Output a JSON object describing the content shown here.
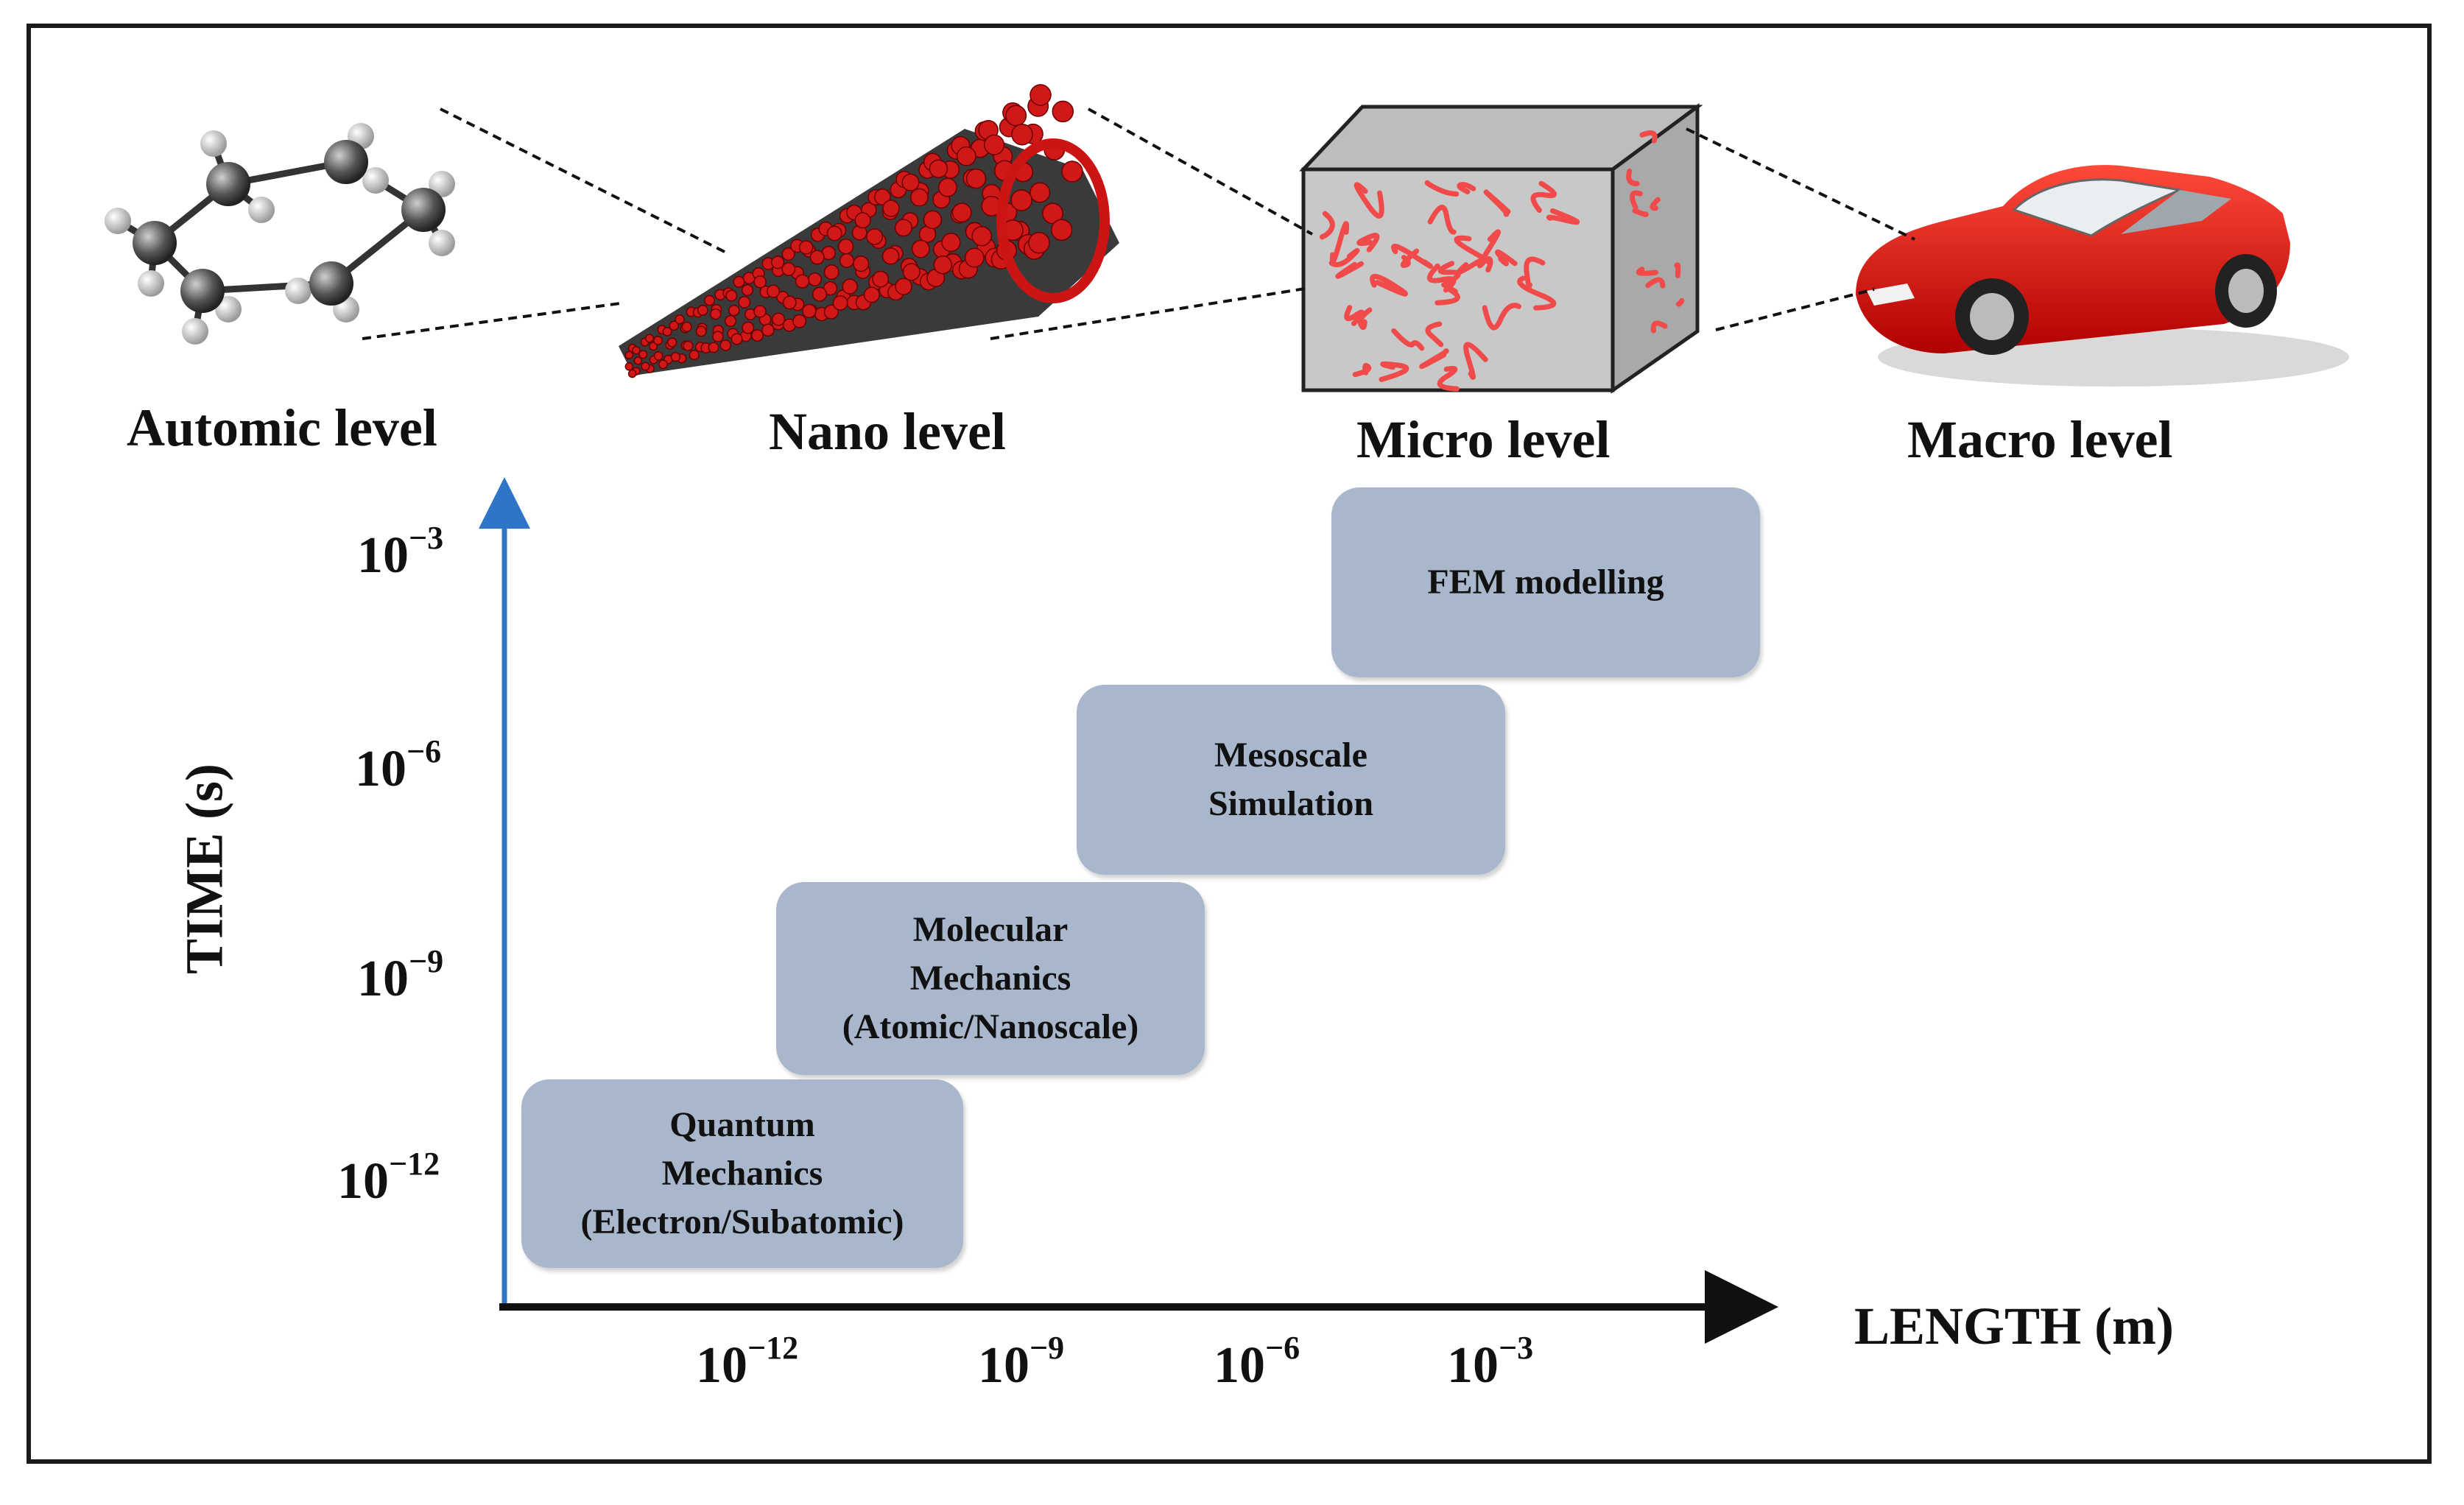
{
  "levels": [
    {
      "label": "Automic level"
    },
    {
      "label": "Nano level"
    },
    {
      "label": "Micro level"
    },
    {
      "label": "Macro level"
    }
  ],
  "boxes": {
    "fem": {
      "line1": "FEM modelling"
    },
    "meso": {
      "line1": "Mesoscale",
      "line2": "Simulation"
    },
    "molecular": {
      "line1": "Molecular",
      "line2": "Mechanics",
      "line3": "(Atomic/Nanoscale)"
    },
    "quantum": {
      "line1": "Quantum",
      "line2": "Mechanics",
      "line3": "(Electron/Subatomic)"
    }
  },
  "time_axis": {
    "title": "TIME (s)",
    "ticks": [
      {
        "base": "10",
        "exp": "−3"
      },
      {
        "base": "10",
        "exp": "−6"
      },
      {
        "base": "10",
        "exp": "−9"
      },
      {
        "base": "10",
        "exp": "−12"
      }
    ]
  },
  "length_axis": {
    "title": "LENGTH (m)",
    "ticks": [
      {
        "base": "10",
        "exp": "−12"
      },
      {
        "base": "10",
        "exp": "−9"
      },
      {
        "base": "10",
        "exp": "−6"
      },
      {
        "base": "10",
        "exp": "−3"
      }
    ]
  },
  "colors": {
    "box_fill": "#a9b7cc",
    "time_axis": "#2e75c8",
    "length_axis": "#111111",
    "nanotube": "#d01818",
    "car": "#e01010",
    "fiber": "#f04a4a",
    "cube": "#c8c8c8"
  },
  "icons": [
    "cyclohexane-molecule-icon",
    "carbon-nanotube-icon",
    "composite-cube-icon",
    "sports-car-icon"
  ]
}
